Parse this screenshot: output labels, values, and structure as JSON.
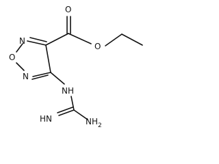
{
  "molecule": {
    "atom_labels": {
      "ring_n_top": "N",
      "ring_o": "O",
      "ring_n_bottom": "N",
      "carbonyl_o": "O",
      "ester_o": "O",
      "amine_nh": "NH",
      "imine_hn": "HN",
      "amine_nh2": "NH",
      "nh2_subscript": "2"
    },
    "colors": {
      "bond": "#111111",
      "label": "#111111",
      "background": "#ffffff"
    }
  }
}
